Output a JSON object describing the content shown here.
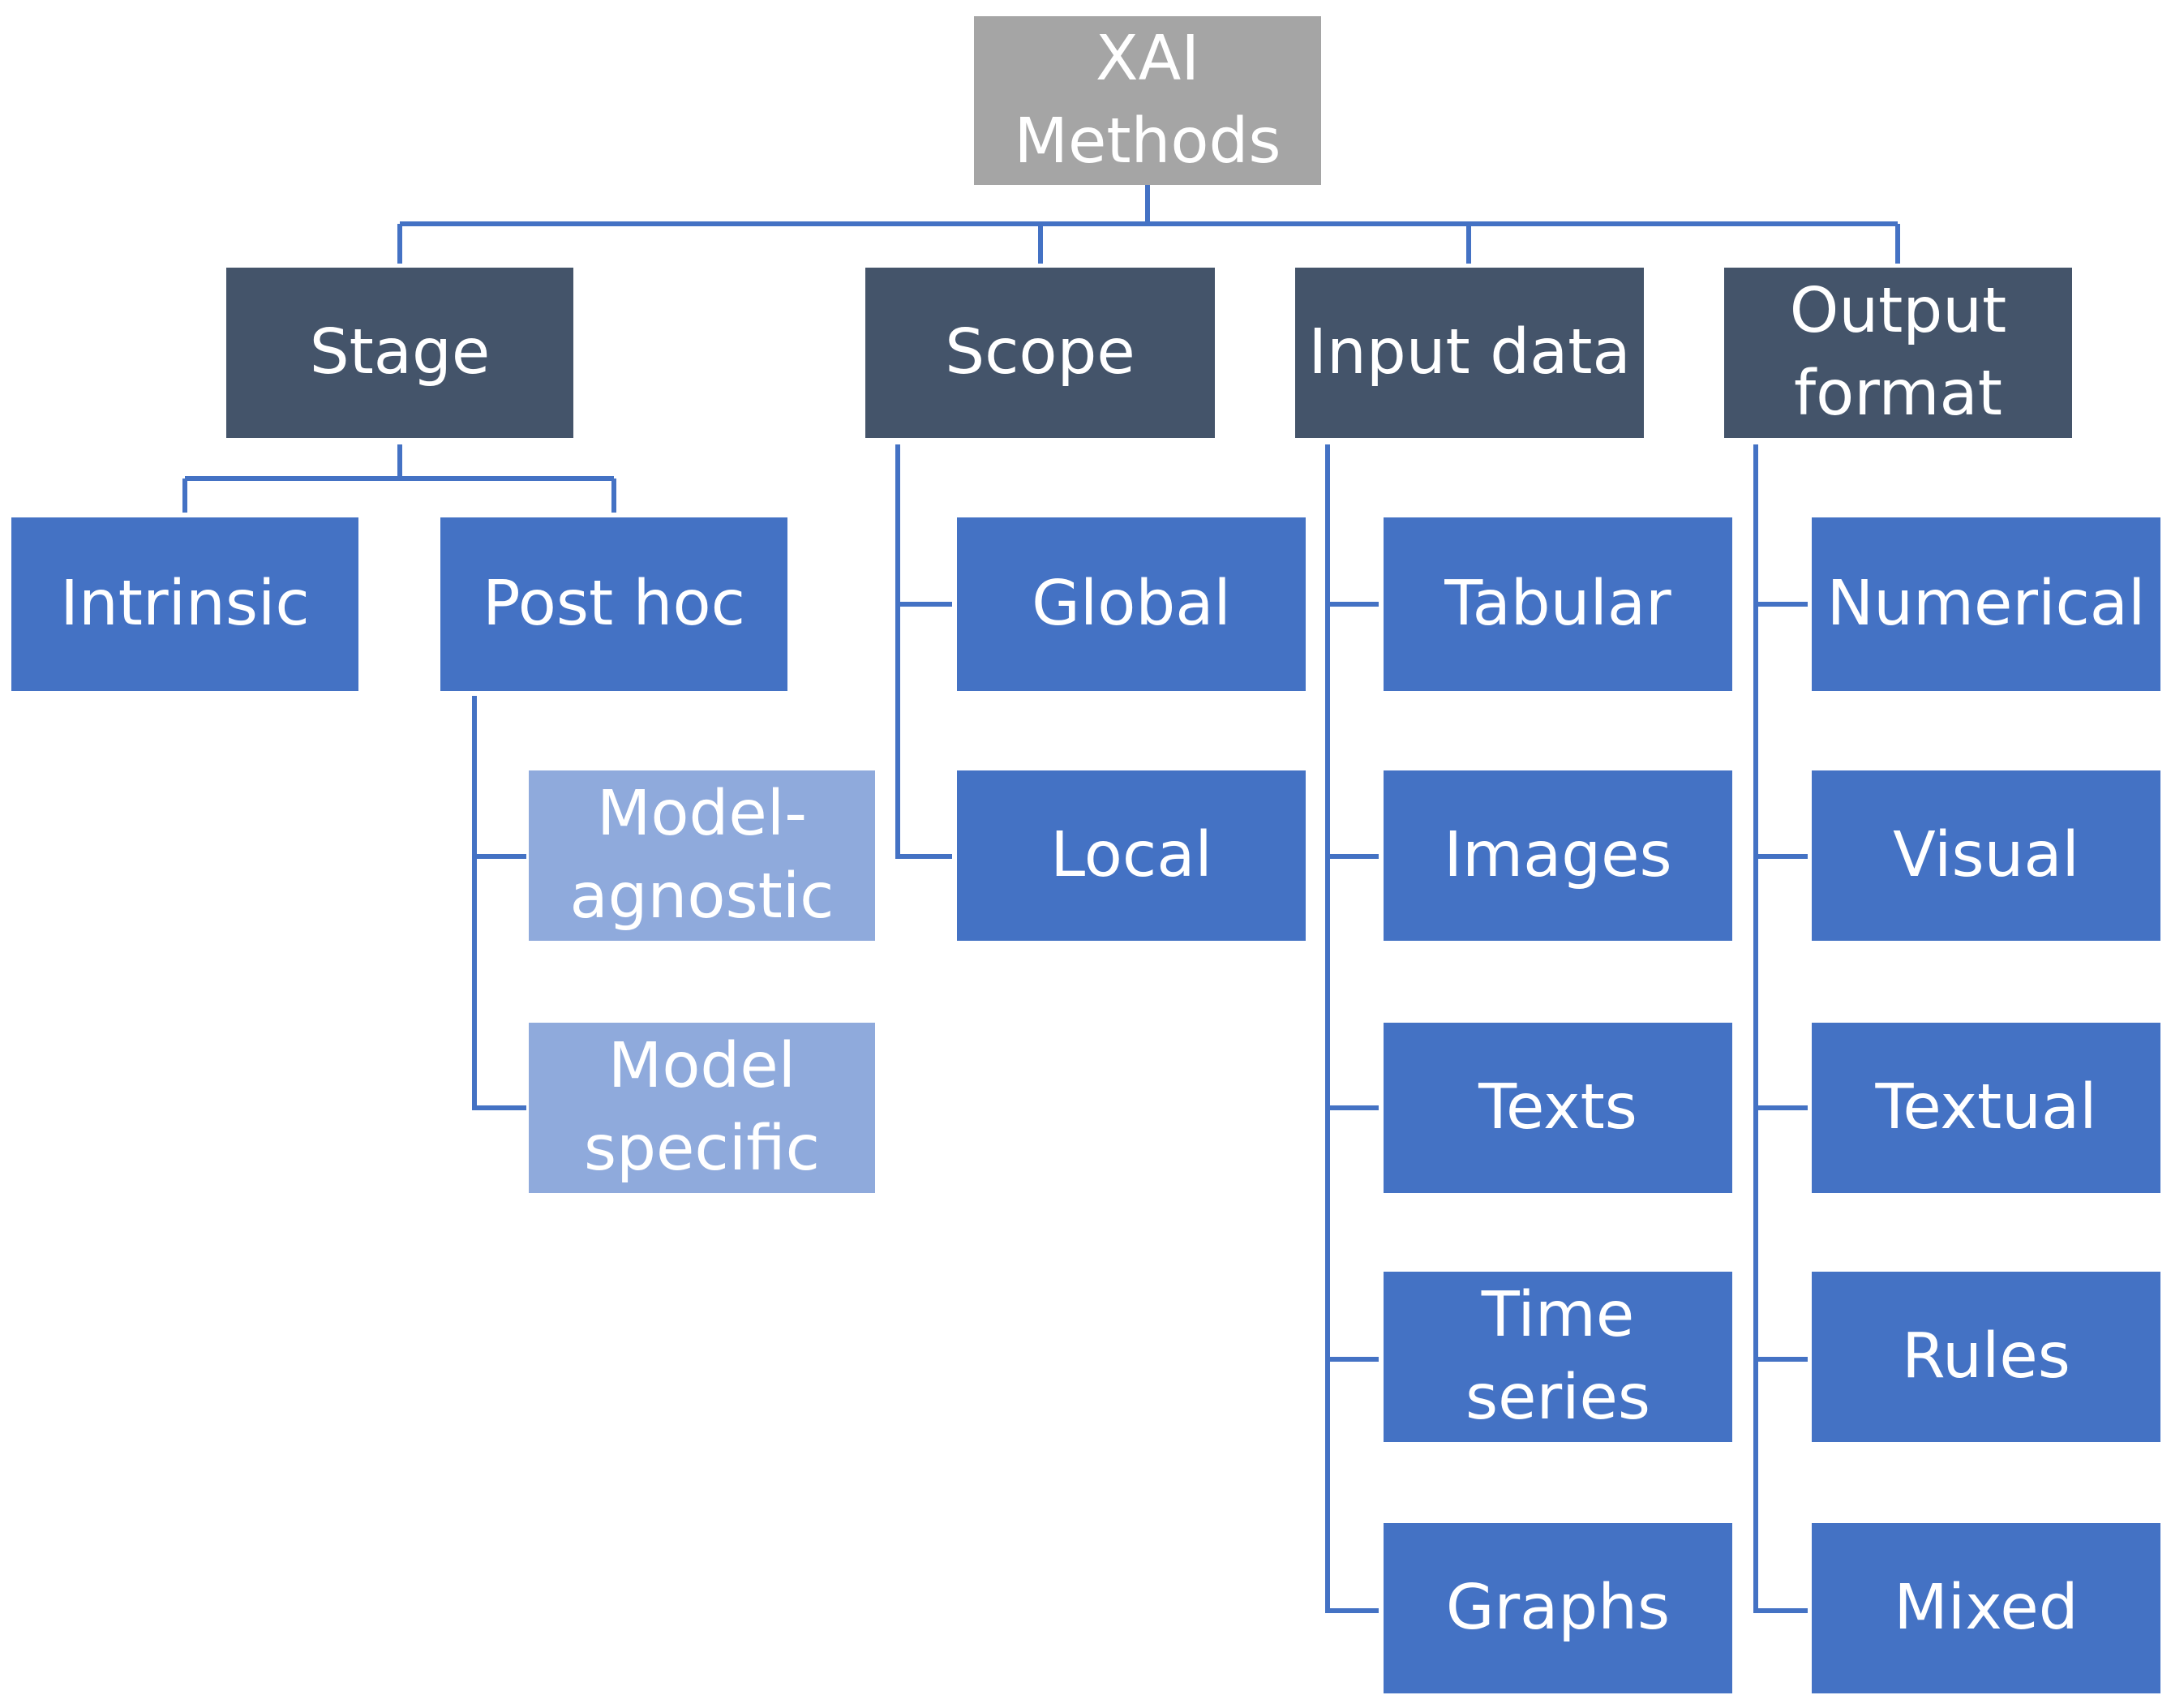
{
  "colors": {
    "root": "#a5a5a5",
    "category": "#44546a",
    "leaf": "#4472c4",
    "subleaf": "#8faadc",
    "connector": "#4472c4"
  },
  "root": {
    "label": "XAI\nMethods"
  },
  "stage": {
    "label": "Stage",
    "intrinsic": "Intrinsic",
    "post_hoc": "Post hoc",
    "model_agnostic": "Model-\nagnostic",
    "model_specific": "Model\nspecific"
  },
  "scope": {
    "label": "Scope",
    "items": [
      "Global",
      "Local"
    ]
  },
  "input_data": {
    "label": "Input data",
    "items": [
      "Tabular",
      "Images",
      "Texts",
      "Time series",
      "Graphs"
    ]
  },
  "output_format": {
    "label": "Output\nformat",
    "items": [
      "Numerical",
      "Visual",
      "Textual",
      "Rules",
      "Mixed"
    ]
  }
}
